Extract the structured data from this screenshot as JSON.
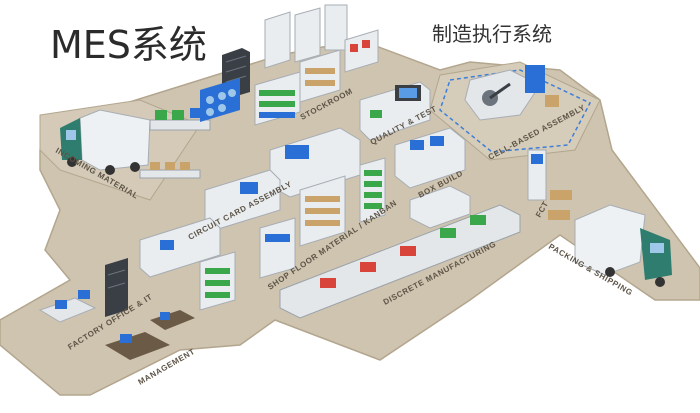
{
  "title": "MES系统",
  "subtitle": "制造执行系统",
  "zones": {
    "incoming_material": "INCOMING MATERIAL",
    "stockroom": "STOCKROOM",
    "quality_test": "QUALITY & TEST",
    "cell_based_assembly": "CELL-BASED ASSEMBLY",
    "circuit_card_assembly": "CIRCUIT CARD ASSEMBLY",
    "box_build": "BOX BUILD",
    "fct": "FCT",
    "shop_floor_material": "SHOP FLOOR MATERIAL / KANBAN",
    "discrete_manufacturing": "DISCRETE MANUFACTURING",
    "packing_shipping": "PACKING & SHIPPING",
    "factory_office_it": "FACTORY OFFICE & IT",
    "management": "MANAGEMENT"
  },
  "colors": {
    "floor": "#cfc4b0",
    "floor_edge": "#b3a68e",
    "machine": "#e9edf0",
    "screen": "#2a6fd6",
    "green_bins": "#3aa84a",
    "red_part": "#d8433a",
    "truck_cab": "#2e7d6e",
    "dark_rack": "#3a3f46"
  }
}
